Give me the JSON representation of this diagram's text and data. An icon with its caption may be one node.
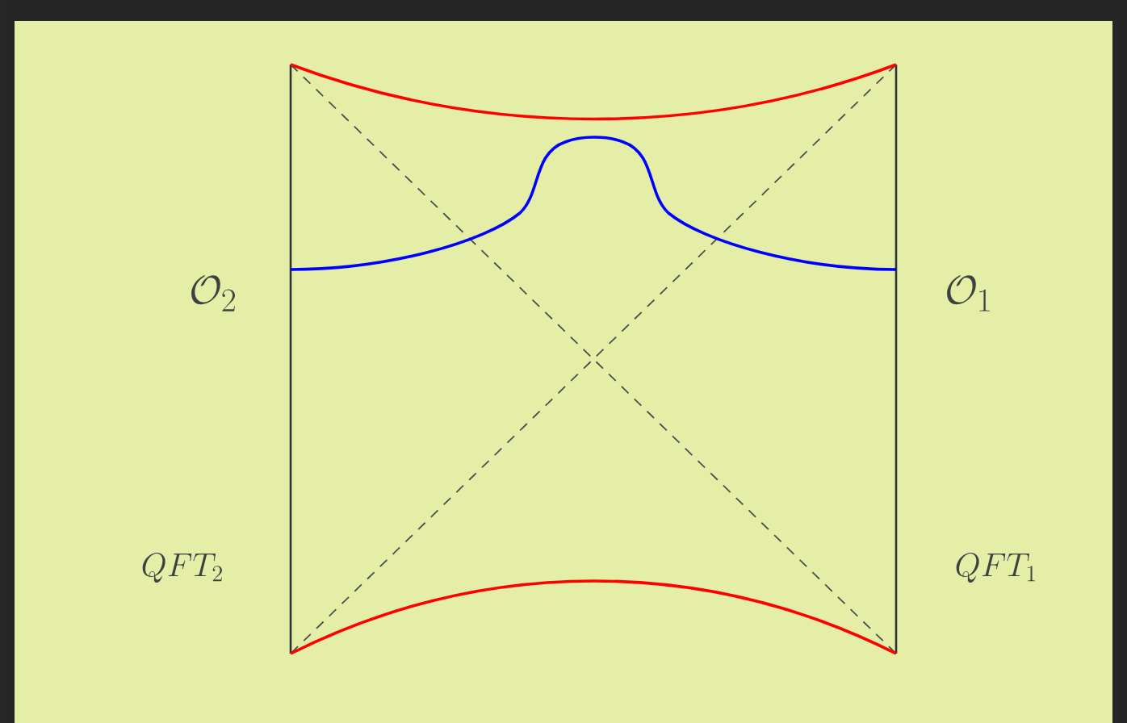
{
  "diagram": {
    "labels": [
      "\\mathcal{O}_2",
      "\\mathcal{O}_1",
      "QFT_2",
      "QFT_1"
    ]
  }
}
